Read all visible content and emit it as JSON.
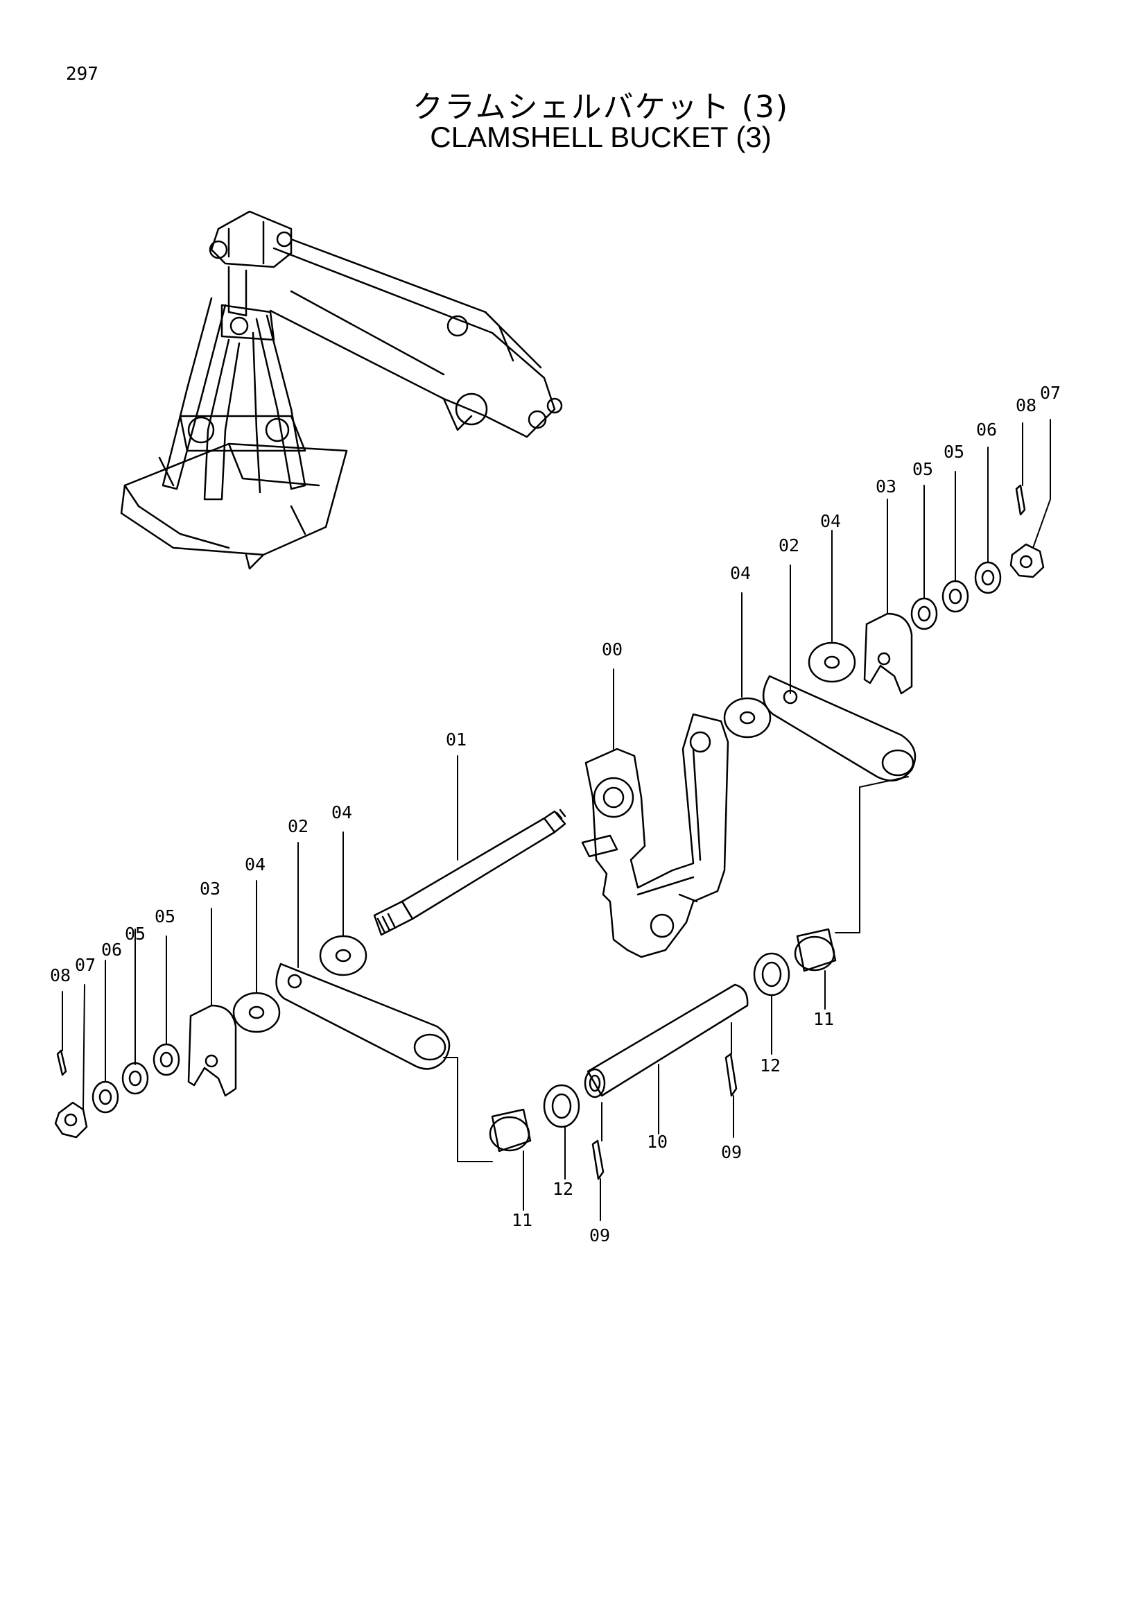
{
  "page_number": "297",
  "title_jp": "クラムシェルバケット (3)",
  "title_en": "CLAMSHELL BUCKET  (3)",
  "callouts": {
    "c00": "00",
    "c01": "01",
    "c02_left": "02",
    "c02_right": "02",
    "c03_left": "03",
    "c03_right": "03",
    "c04_left_a": "04",
    "c04_left_b": "04",
    "c04_right_a": "04",
    "c04_right_b": "04",
    "c05_left_a": "05",
    "c05_left_b": "05",
    "c05_right_a": "05",
    "c05_right_b": "05",
    "c06_left": "06",
    "c06_right": "06",
    "c07_left": "07",
    "c07_right": "07",
    "c08_left": "08",
    "c08_right": "08",
    "c09_left": "09",
    "c09_right": "09",
    "c10": "10",
    "c11_left": "11",
    "c11_right": "11",
    "c12_left": "12",
    "c12_right": "12"
  }
}
